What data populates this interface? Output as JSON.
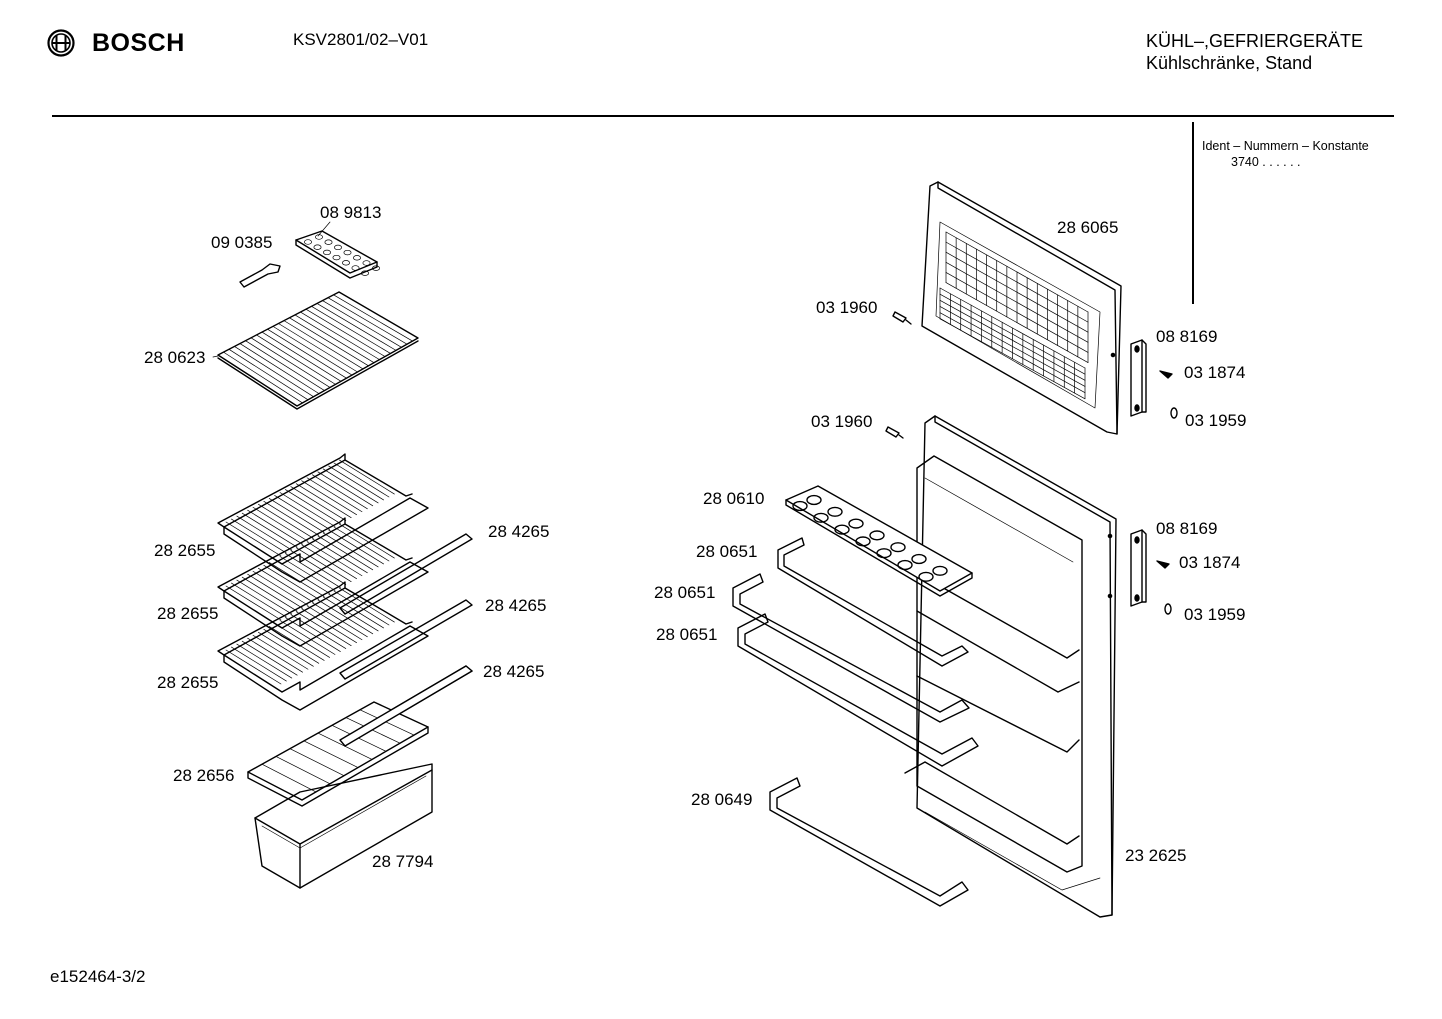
{
  "header": {
    "brand": "BOSCH",
    "model": "KSV2801/02–V01",
    "category_line1": "KÜHL–,GEFRIERGERÄTE",
    "category_line2": "Kühlschränke, Stand"
  },
  "ident": {
    "title": "Ident – Nummern – Konstante",
    "value": "3740",
    "dots": ". .   . . . ."
  },
  "footer": {
    "code": "e152464-3/2"
  },
  "parts": [
    {
      "id": "p01",
      "label": "08 9813"
    },
    {
      "id": "p02",
      "label": "09 0385"
    },
    {
      "id": "p03",
      "label": "28 0623"
    },
    {
      "id": "p04",
      "label": "28 2655"
    },
    {
      "id": "p05",
      "label": "28 4265"
    },
    {
      "id": "p06",
      "label": "28 2655"
    },
    {
      "id": "p07",
      "label": "28 4265"
    },
    {
      "id": "p08",
      "label": "28 2655"
    },
    {
      "id": "p09",
      "label": "28 4265"
    },
    {
      "id": "p10",
      "label": "28 2656"
    },
    {
      "id": "p11",
      "label": "28 7794"
    },
    {
      "id": "p12",
      "label": "28 6065"
    },
    {
      "id": "p13",
      "label": "03 1960"
    },
    {
      "id": "p14",
      "label": "08 8169"
    },
    {
      "id": "p15",
      "label": "03 1874"
    },
    {
      "id": "p16",
      "label": "03 1959"
    },
    {
      "id": "p17",
      "label": "03 1960"
    },
    {
      "id": "p18",
      "label": "28 0610"
    },
    {
      "id": "p19",
      "label": "08 8169"
    },
    {
      "id": "p20",
      "label": "28 0651"
    },
    {
      "id": "p21",
      "label": "03 1874"
    },
    {
      "id": "p22",
      "label": "28 0651"
    },
    {
      "id": "p23",
      "label": "28 0651"
    },
    {
      "id": "p24",
      "label": "03 1959"
    },
    {
      "id": "p25",
      "label": "28 0649"
    },
    {
      "id": "p26",
      "label": "23 2625"
    }
  ]
}
